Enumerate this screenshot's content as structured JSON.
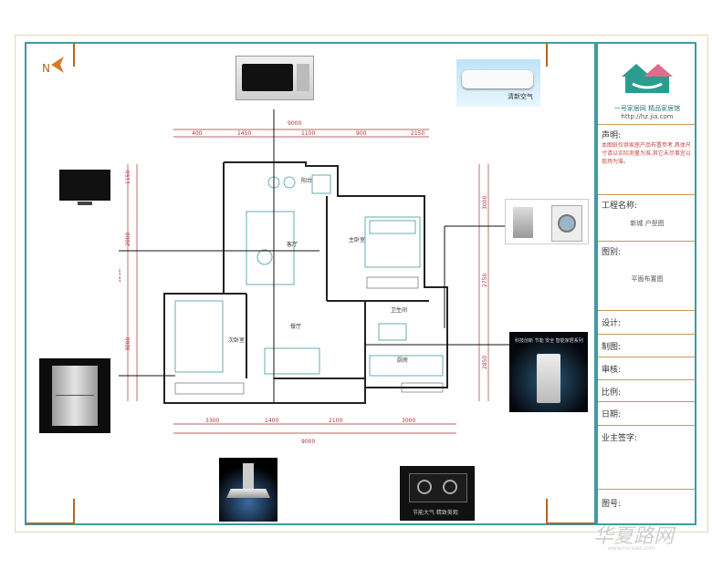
{
  "title_block": {
    "company": "一号家居网 精品家居馆",
    "url": "http://hz.jia.com",
    "remark_label": "声明:",
    "remark_text": "本图纸仅供家居产品布置参考,具体尺寸请以实际测量为准,其它未尽事宜以现场为准。",
    "project_label": "工程名称:",
    "project_value": "新城 户型图",
    "drawing_label": "图别:",
    "drawing_value": "平面布置图",
    "design_label": "设计:",
    "draw_label": "制图:",
    "review_label": "审核:",
    "scale_label": "比例:",
    "date_label": "日期:",
    "owner_label": "业主签字:",
    "number_label": "图号:"
  },
  "plan": {
    "north_label": "N",
    "dims_top": [
      "400",
      "1450",
      "1100",
      "900",
      "2150"
    ],
    "dim_total_top": "9000",
    "dims_bottom": [
      "3300",
      "1400",
      "2100",
      "3000"
    ],
    "dim_total_bottom": "9000",
    "dims_left": [
      "1150",
      "2000",
      "3250",
      "3000"
    ],
    "dims_right": [
      "3000",
      "2750",
      "2850"
    ],
    "rooms": {
      "living": "客厅",
      "master": "主卧室",
      "second": "次卧室",
      "bath": "卫生间",
      "dining": "餐厅",
      "kitchen": "厨房",
      "balcony": "阳台"
    }
  },
  "appliances": {
    "microwave": "microwave-oven",
    "air_conditioner": "air-conditioner",
    "ac_caption": "清新空气",
    "tv": "flat-tv",
    "washer": "washing-machine",
    "water_heater": "gas-water-heater",
    "wh_caption": "科技创新 节能 安全 智能家居系列",
    "disinfection": "disinfection-cabinet",
    "range_hood": "range-hood",
    "gas_stove": "gas-stove",
    "stove_caption": "节能大气 精致美观"
  },
  "watermark": {
    "text": "华夏路网",
    "sub": "www.hxroad.com"
  },
  "colors": {
    "frame": "#3f9aa0",
    "corner": "#b5651d",
    "title_line": "#c99a4c",
    "logo": "#2a9d8f"
  }
}
